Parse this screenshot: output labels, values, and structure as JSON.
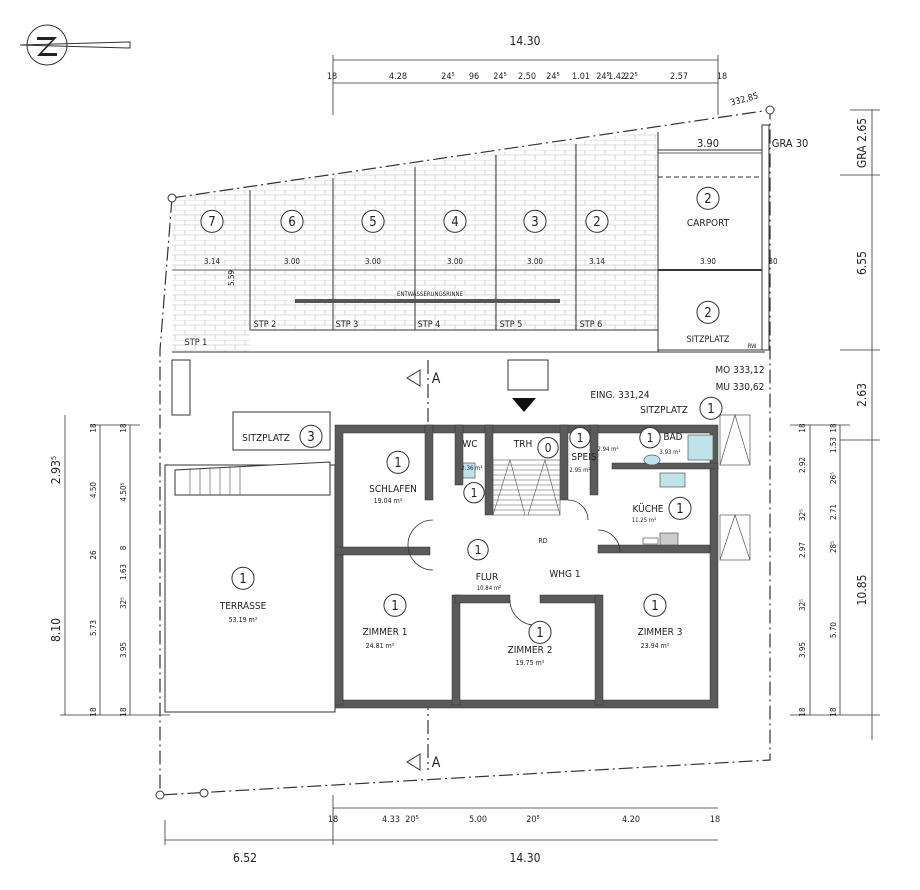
{
  "north_arrow": {
    "icon": "north-arrow-icon",
    "letter": "N"
  },
  "levels": {
    "corner": "332,85",
    "mo": "MO 333,12",
    "mu": "MU 330,62",
    "entrance": "EING. 331,24"
  },
  "top_dims": {
    "total": "14.30",
    "segments": [
      "18",
      "4.28",
      "24⁵",
      "96",
      "24⁵",
      "2.50",
      "24⁵",
      "1.01",
      "24⁵",
      "1.42",
      "22⁵",
      "2.57",
      "18"
    ]
  },
  "bottom_dims": {
    "left_total": "6.52",
    "total": "14.30",
    "segments": [
      "18",
      "4.33",
      "20⁵",
      "5.00",
      "20⁵",
      "4.20",
      "18"
    ]
  },
  "right_dims": {
    "outer": [
      "GRA 2.65",
      "6.55",
      "2.63",
      "10.85"
    ],
    "col1": [
      "18",
      "2.92",
      "32⁵",
      "2.97",
      "32⁵",
      "3.95",
      "18"
    ],
    "col2": [
      "18",
      "1.53",
      "26⁵",
      "2.71",
      "28⁵",
      "5.70",
      "18"
    ]
  },
  "left_dims": {
    "outer": [
      "2.93⁵",
      "8.10"
    ],
    "col1": [
      "18",
      "4.50",
      "26",
      "5.73",
      "18"
    ],
    "col2": [
      "18",
      "4.50⁵",
      "8",
      "1.63",
      "32⁵",
      "3.95",
      "18"
    ]
  },
  "parking": {
    "numbers": [
      "7",
      "6",
      "5",
      "4",
      "3",
      "2"
    ],
    "widths": [
      "3.14",
      "3.00",
      "3.00",
      "3.00",
      "3.00",
      "3.14"
    ],
    "depth": "5.59",
    "stalls": [
      "STP 1",
      "STP 2",
      "STP 3",
      "STP 4",
      "STP 5",
      "STP 6"
    ],
    "drain": "ENTWÄSSERUNGSRINNE",
    "carport": {
      "num": "2",
      "label": "CARPORT",
      "width": "3.90",
      "gra": "GRA 30"
    },
    "sitzplatz2": {
      "num": "2",
      "label": "SITZPLATZ",
      "width": "3.90",
      "gap": "30",
      "rw": "RW"
    }
  },
  "section": {
    "label": "A"
  },
  "rooms": {
    "schlafen": {
      "num": "1",
      "name": "SCHLAFEN",
      "area": "19.04 m²"
    },
    "wc": {
      "num": "1",
      "name": "WC",
      "area": "2.36 m²"
    },
    "trh": {
      "num": "0",
      "name": "TRH"
    },
    "speis": {
      "num": "1",
      "name": "SPEIS",
      "area": "2.95 m²"
    },
    "vorraum": {
      "area": "2.94 m²"
    },
    "bad": {
      "num": "1",
      "name": "BAD",
      "area": "3.93 m²"
    },
    "kueche": {
      "num": "1",
      "name": "KÜCHE",
      "area": "11.25 m²"
    },
    "flur": {
      "num": "1",
      "name": "FLUR",
      "area": "10.84 m²"
    },
    "rd": {
      "name": "RD"
    },
    "whg": {
      "name": "WHG 1"
    },
    "zimmer1": {
      "num": "1",
      "name": "ZIMMER 1",
      "area": "24.81 m²"
    },
    "zimmer2": {
      "num": "1",
      "name": "ZIMMER 2",
      "area": "19.75 m²"
    },
    "zimmer3": {
      "num": "1",
      "name": "ZIMMER 3",
      "area": "23.94 m²"
    },
    "terrasse": {
      "num": "1",
      "name": "TERRASSE",
      "area": "53.19 m²"
    },
    "sitzplatz1": {
      "num": "1",
      "name": "SITZPLATZ"
    },
    "sitzplatz3": {
      "num": "3",
      "name": "SITZPLATZ"
    }
  },
  "colors": {
    "wall": "#5a5a5a",
    "fixture": "#bfe3ea",
    "line": "#333333"
  }
}
